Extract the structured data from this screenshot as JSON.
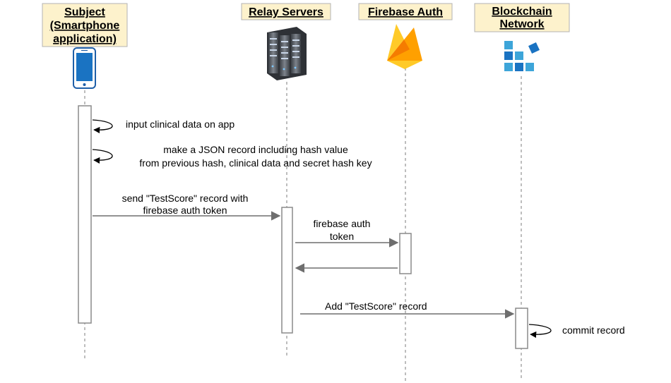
{
  "actors": {
    "subject": {
      "lines": [
        "Subject",
        "(Smartphone",
        "application)"
      ],
      "icon": "smartphone-icon"
    },
    "relay": {
      "lines": [
        "Relay Servers"
      ],
      "icon": "server-rack-icon"
    },
    "firebase": {
      "lines": [
        "Firebase Auth"
      ],
      "icon": "firebase-flame-icon"
    },
    "blockchain": {
      "lines": [
        "Blockchain",
        "Network"
      ],
      "icon": "blockchain-blocks-icon"
    }
  },
  "messages": {
    "m1": {
      "lines": [
        "input clinical data on app"
      ]
    },
    "m2": {
      "lines": [
        "make a JSON record including hash value",
        "from previous hash, clinical data and secret hash key"
      ]
    },
    "m3": {
      "lines": [
        "send \"TestScore\" record with",
        "firebase auth token"
      ]
    },
    "m4": {
      "lines": [
        "firebase auth",
        "token"
      ]
    },
    "m5": {
      "lines": []
    },
    "m6": {
      "lines": [
        "Add \"TestScore\" record"
      ]
    },
    "m7": {
      "lines": [
        "commit record"
      ]
    }
  },
  "colors": {
    "actor_fill": "#fdf2cc",
    "firebase_yellow": "#ffca28",
    "firebase_orange": "#f57c00",
    "blockchain_blue": "#1a73c2",
    "blockchain_light": "#3da5d9"
  }
}
